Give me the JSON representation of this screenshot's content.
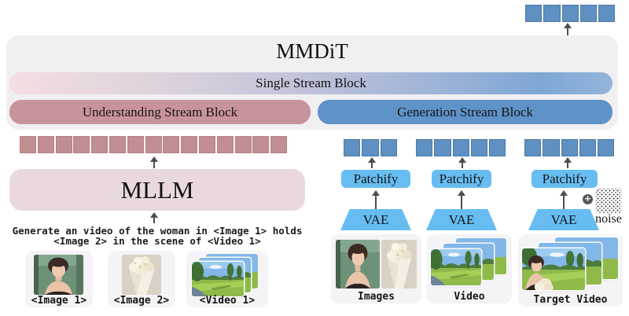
{
  "mmdit": {
    "title": "MMDiT",
    "single_stream_label": "Single Stream Block",
    "understanding_label": "Understanding Stream Block",
    "generation_label": "Generation Stream Block"
  },
  "mllm": {
    "label": "MLLM"
  },
  "prompt": {
    "line1": "Generate an video of the woman in <Image 1> holds",
    "line2": "<Image 2> in the scene of <Video 1>"
  },
  "left_inputs": {
    "image1_label": "<Image 1>",
    "image2_label": "<Image 2>",
    "video1_label": "<Video 1>"
  },
  "right_columns": {
    "images": {
      "patchify": "Patchify",
      "vae": "VAE",
      "label": "Images",
      "token_count": 3
    },
    "video": {
      "patchify": "Patchify",
      "vae": "VAE",
      "label": "Video",
      "token_count": 5
    },
    "target": {
      "patchify": "Patchify",
      "vae": "VAE",
      "label": "Target Video",
      "token_count": 5,
      "noise_label": "noise",
      "plus_glyph": "+"
    }
  },
  "tokens": {
    "output_count": 5,
    "understanding_count": 15
  },
  "colors": {
    "pink_token": "#c18e92",
    "blue_token": "#5e90c1",
    "understanding_bar": "#c9939b",
    "generation_bar": "#5e92c8",
    "patchify_blue": "#67bdf1",
    "mllm_bg": "#e9d8df",
    "mmdit_bg": "#f0eff2",
    "arrow": "#4d4d4d"
  }
}
